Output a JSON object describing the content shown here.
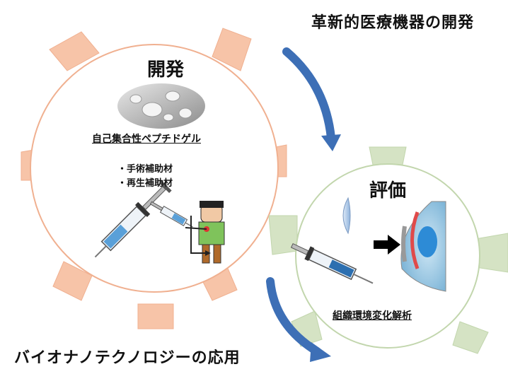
{
  "top_title": "革新的医療機器の開発",
  "bottom_title": "バイオナノテクノロジーの応用",
  "development": {
    "heading": "開発",
    "material_label": "自己集合性ペプチドゲル",
    "uses": [
      "・手術補助材",
      "・再生補助材"
    ]
  },
  "evaluation": {
    "heading": "評価",
    "analysis_label": "組織環境変化解析"
  },
  "colors": {
    "dev_gear_fill": "#f7c4a8",
    "dev_gear_border": "#e8a57c",
    "eval_gear_fill": "#d5e3c4",
    "eval_gear_border": "#b9cfa3",
    "arrow_blue": "#3d6fb6",
    "eye_blue": "#2d8bd6",
    "eye_red": "#e04a4a"
  }
}
